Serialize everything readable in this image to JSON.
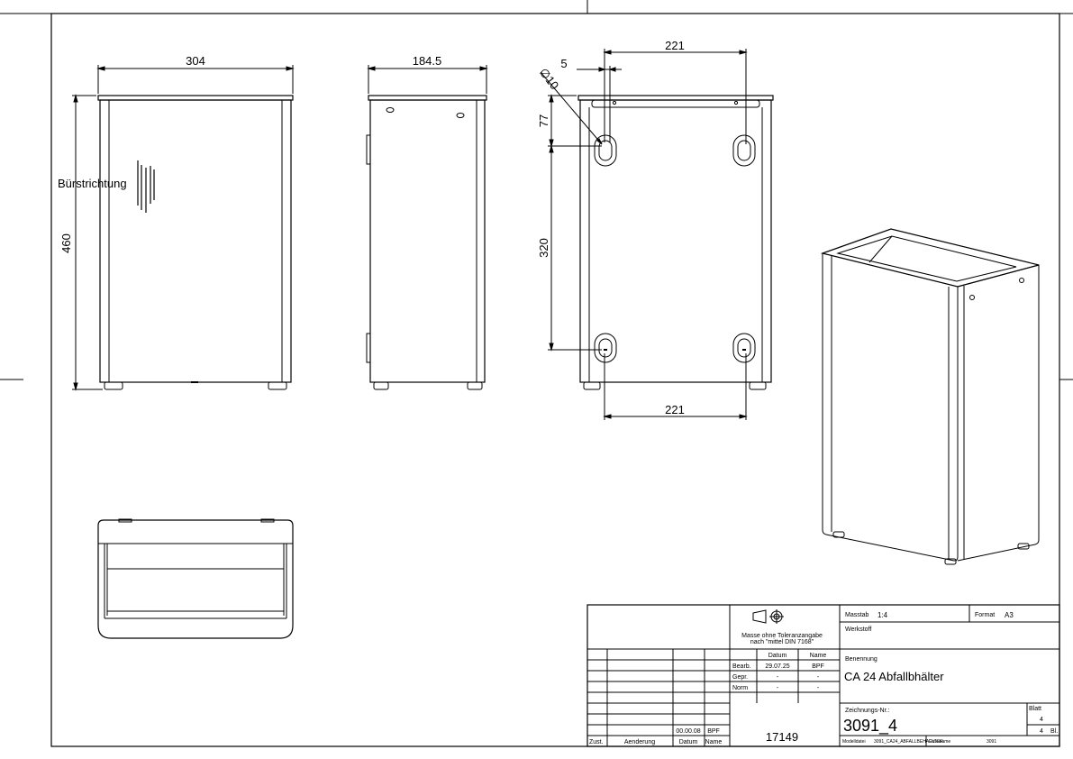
{
  "drawing": {
    "front_view": {
      "width_dim": "304",
      "height_dim": "460",
      "note": "Bürstrichtung"
    },
    "side_view": {
      "width_dim": "184.5"
    },
    "rear_view": {
      "top_dim": "221",
      "hole_dim": "∅10",
      "offset_dim": "5",
      "vert_top_dim": "77",
      "vert_mid_dim": "320",
      "bottom_dim": "221"
    }
  },
  "title_block": {
    "masstab_label": "Masstab",
    "masstab_value": "1:4",
    "format_label": "Format",
    "format_value": "A3",
    "werkstoff_label": "Werkstoff",
    "tolerance_line1": "Masse ohne Toleranzangabe",
    "tolerance_line2": "nach \"mittel DIN 7168\"",
    "datum_header": "Datum",
    "name_header": "Name",
    "bearb_label": "Bearb.",
    "bearb_datum": "29.07.25",
    "bearb_name": "BPF",
    "gepr_label": "Gepr.",
    "gepr_datum": "-",
    "gepr_name": "-",
    "norm_label": "Norm",
    "norm_datum": "-",
    "norm_name": "-",
    "benennung_label": "Benennung",
    "benennung_value": "CA 24 Abfallbhälter",
    "zeichnungs_label": "Zeichnungs-Nr.:",
    "zeichnungs_value": "3091_4",
    "blatt_label": "Blatt",
    "blatt_value": "4",
    "bl_value": "4",
    "bl_label": "Bl.",
    "rev_datum": "00.00.08",
    "rev_name": "BPF",
    "number_value": "17149",
    "zust_label": "Zust.",
    "aenderung_label": "Aenderung",
    "datum_label": "Datum",
    "name_label": "Name",
    "modelldatei_label": "Modelldatei",
    "modelldatei_value": "3091_CA24_ABFALLBEHAELTER",
    "dateiname_label": "Dateiname",
    "dateiname_value": "3091",
    "dash": "-"
  }
}
